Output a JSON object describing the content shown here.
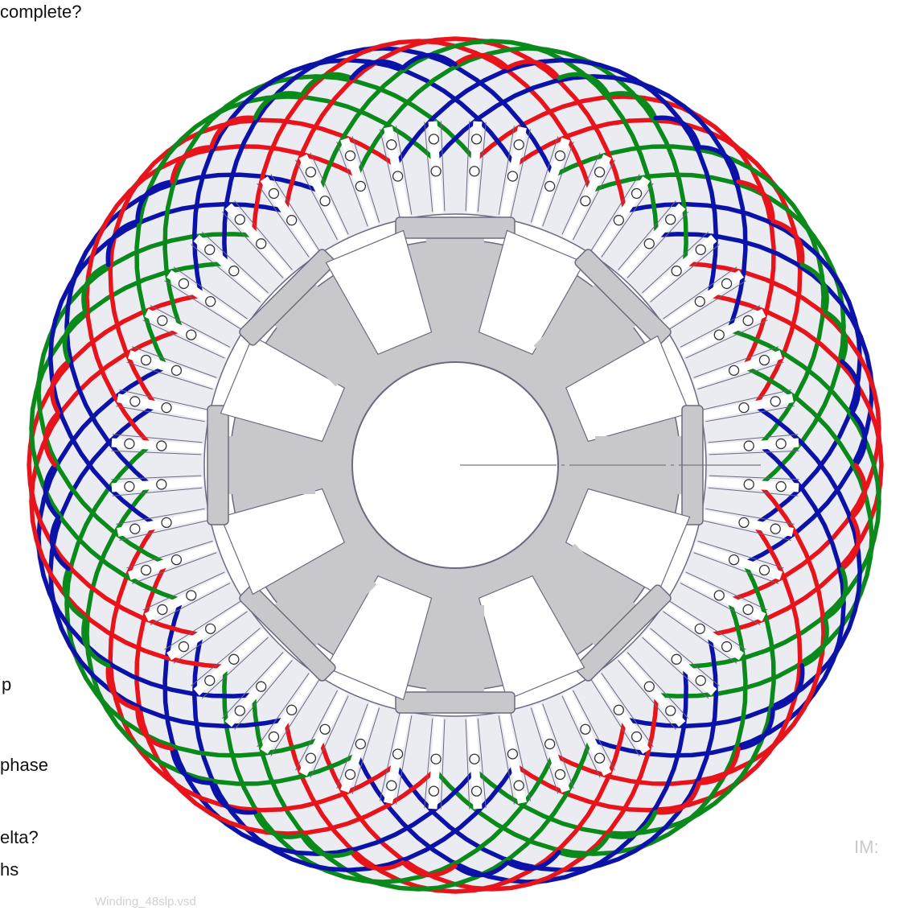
{
  "fragments": {
    "top": "complete?",
    "left_1": "p",
    "left_2": "phase",
    "left_3": "elta?",
    "left_4": "hs",
    "right_1": "IM: ",
    "filename": "Winding_48slp.vsd"
  },
  "diagram": {
    "stator_slots": 48,
    "rotor_poles": 8,
    "phase_colors": [
      "#e8141b",
      "#0a8a1a",
      "#0b12a8"
    ],
    "stator_fill": "#ebebf2",
    "rotor_fill": "#c8c8cc",
    "outline_color": "#6a6a80"
  }
}
